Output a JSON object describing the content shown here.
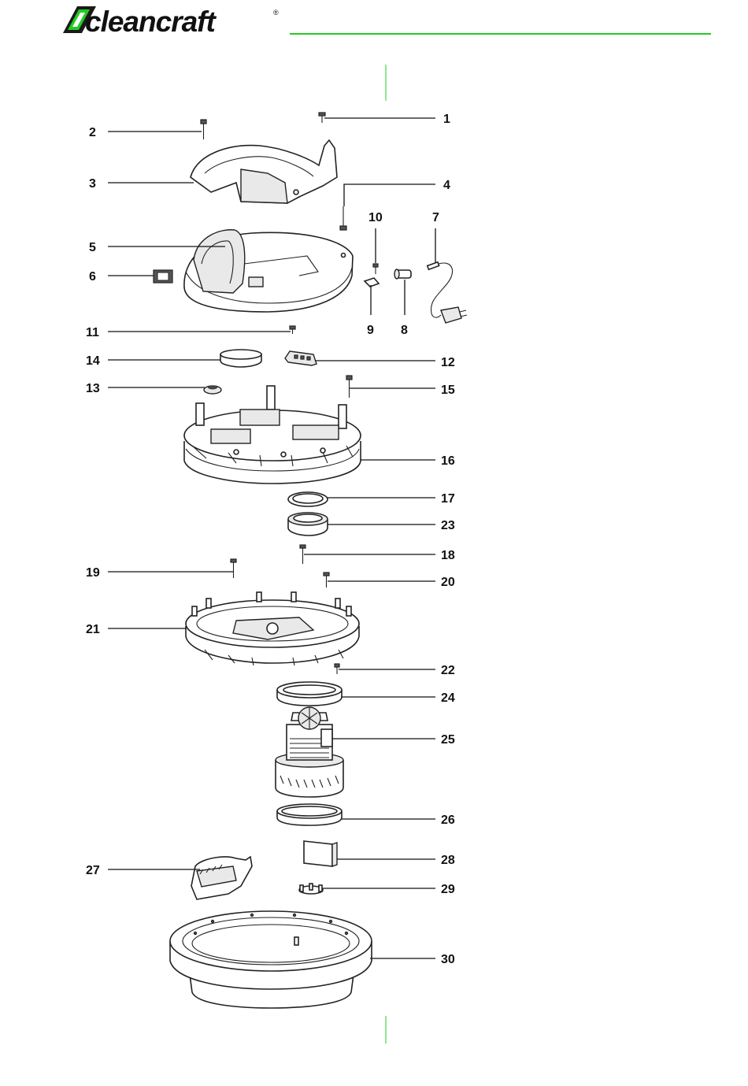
{
  "brand": {
    "name": "cleancraft",
    "registered_mark": "®",
    "accent_color": "#22cc22",
    "logo_icon": "cleancraft-logo-icon"
  },
  "diagram": {
    "type": "exploded-parts-view",
    "callouts": [
      {
        "id": "1",
        "side": "right"
      },
      {
        "id": "2",
        "side": "left"
      },
      {
        "id": "3",
        "side": "left"
      },
      {
        "id": "4",
        "side": "right"
      },
      {
        "id": "5",
        "side": "left"
      },
      {
        "id": "6",
        "side": "left"
      },
      {
        "id": "7",
        "side": "top"
      },
      {
        "id": "8",
        "side": "bottom"
      },
      {
        "id": "9",
        "side": "bottom"
      },
      {
        "id": "10",
        "side": "top"
      },
      {
        "id": "11",
        "side": "left"
      },
      {
        "id": "12",
        "side": "right"
      },
      {
        "id": "13",
        "side": "left"
      },
      {
        "id": "14",
        "side": "left"
      },
      {
        "id": "15",
        "side": "right"
      },
      {
        "id": "16",
        "side": "right"
      },
      {
        "id": "17",
        "side": "right"
      },
      {
        "id": "18",
        "side": "right"
      },
      {
        "id": "19",
        "side": "left"
      },
      {
        "id": "20",
        "side": "right"
      },
      {
        "id": "21",
        "side": "left"
      },
      {
        "id": "22",
        "side": "right"
      },
      {
        "id": "23",
        "side": "right"
      },
      {
        "id": "24",
        "side": "right"
      },
      {
        "id": "25",
        "side": "right"
      },
      {
        "id": "26",
        "side": "right"
      },
      {
        "id": "27",
        "side": "left"
      },
      {
        "id": "28",
        "side": "right"
      },
      {
        "id": "29",
        "side": "right"
      },
      {
        "id": "30",
        "side": "right"
      }
    ]
  }
}
